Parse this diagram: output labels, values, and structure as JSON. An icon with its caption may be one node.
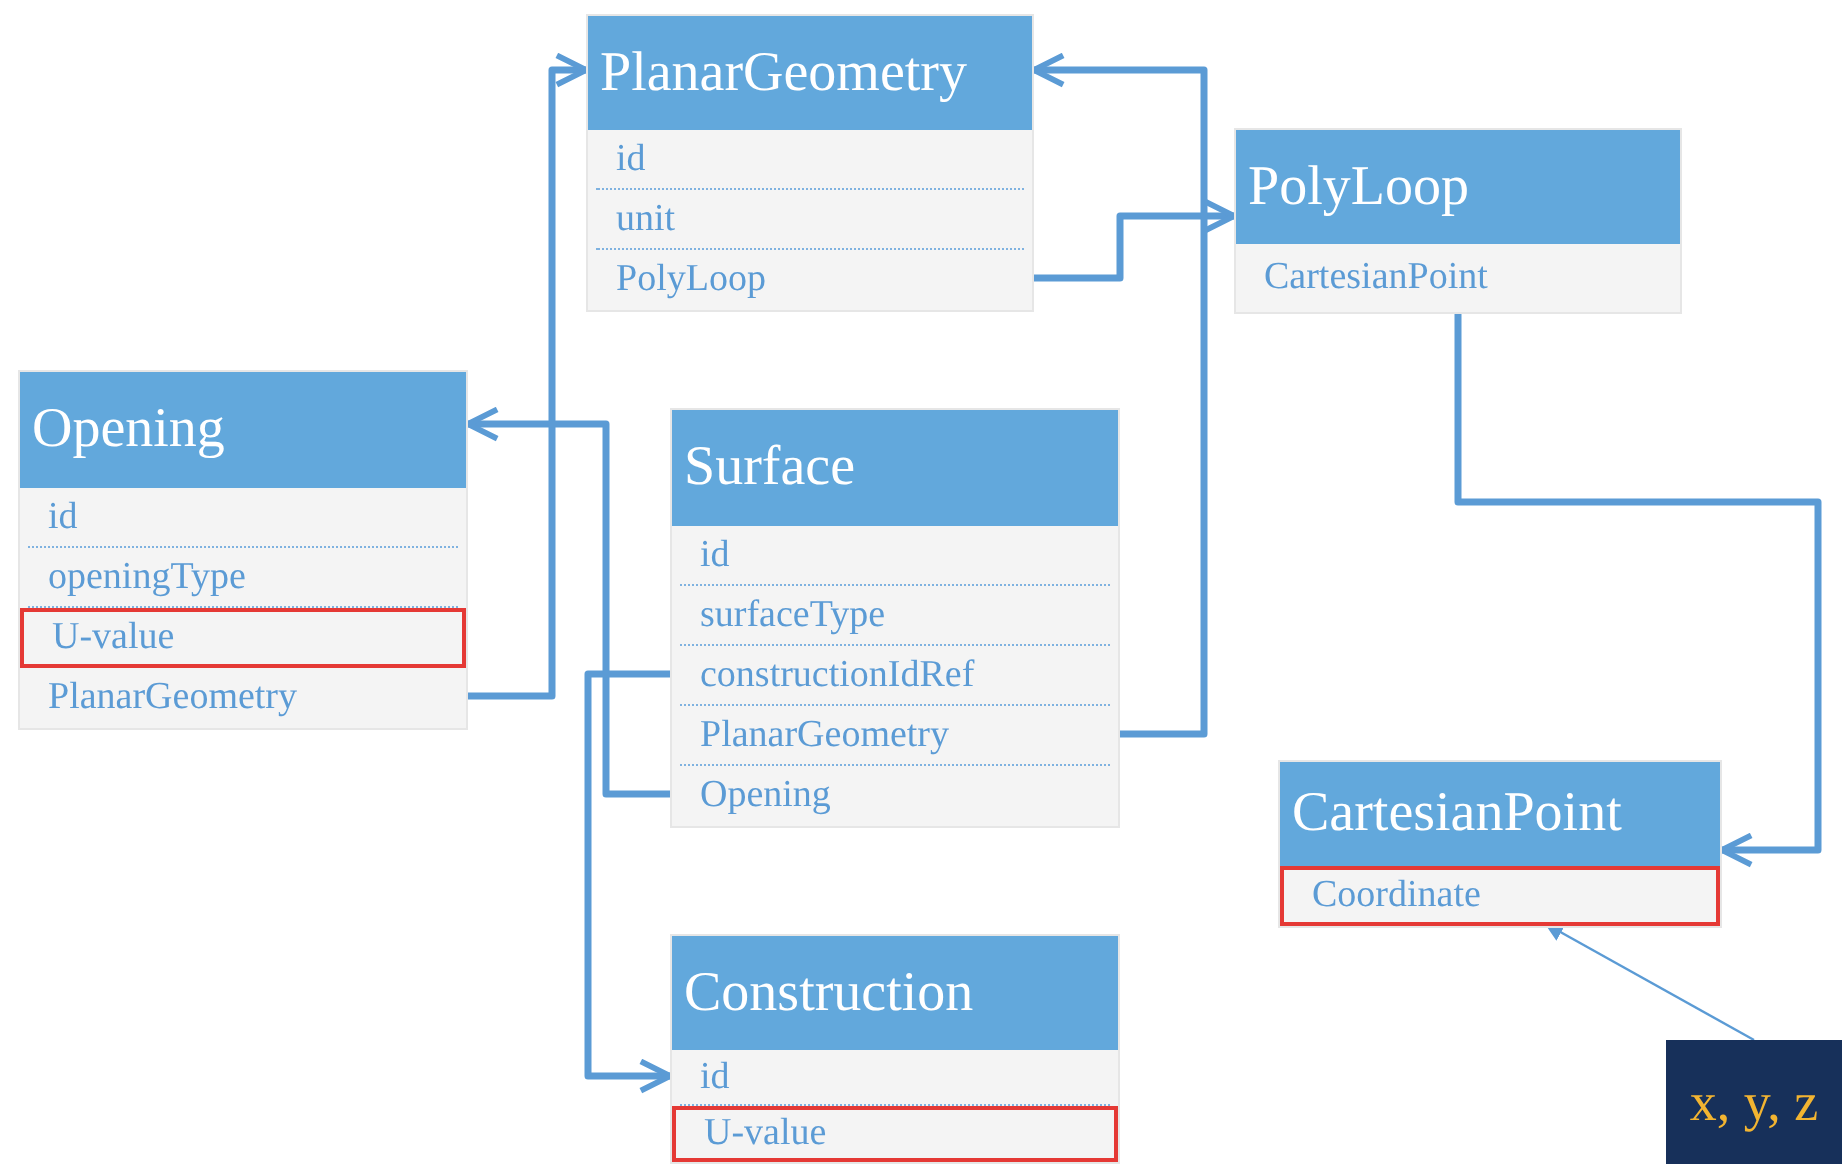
{
  "diagram": {
    "nodes": [
      {
        "text": [
          "PlanarGeometry"
        ]
      },
      {
        "text": [
          "id"
        ],
        "in": 0
      },
      {
        "text": [
          "unit"
        ],
        "in": 0
      },
      {
        "text": [
          "PolyLoop"
        ],
        "in": 0
      },
      {
        "text": [
          "PolyLoop"
        ]
      },
      {
        "text": [
          "CartesianPoint"
        ],
        "in": 4
      },
      {
        "text": [
          "Opening"
        ]
      },
      {
        "text": [
          "id"
        ],
        "in": 6
      },
      {
        "text": [
          "openingType"
        ],
        "in": 6
      },
      {
        "text": [
          "U-value"
        ],
        "in": 6
      },
      {
        "text": [
          "PlanarGeometry"
        ],
        "in": 6
      },
      {
        "text": [
          "Surface"
        ]
      },
      {
        "text": [
          "id"
        ],
        "in": 11
      },
      {
        "text": [
          "surfaceType"
        ],
        "in": 11
      },
      {
        "text": [
          "constructionIdRef"
        ],
        "in": 11
      },
      {
        "text": [
          "PlanarGeometry"
        ],
        "in": 11
      },
      {
        "text": [
          "Opening"
        ],
        "in": 11
      },
      {
        "text": [
          "CartesianPoint"
        ]
      },
      {
        "text": [
          "Coordinate"
        ],
        "in": 17
      },
      {
        "text": [
          "Construction"
        ]
      },
      {
        "text": [
          "id"
        ],
        "in": 19
      },
      {
        "text": [
          "U-value"
        ],
        "in": 19
      },
      {
        "text": [
          "x, y, z"
        ]
      }
    ],
    "edges": [
      {
        "from": 10,
        "to": 0,
        "arrow": "to"
      },
      {
        "from": 3,
        "to": 4,
        "arrow": "to"
      },
      {
        "from": 15,
        "to": 0,
        "arrow": "to"
      },
      {
        "from": 16,
        "to": 6,
        "arrow": "to"
      },
      {
        "from": 14,
        "to": 20,
        "arrow": "to"
      },
      {
        "from": 5,
        "to": 17,
        "arrow": "to"
      },
      {
        "from": 22,
        "to": 18,
        "arrow": "to"
      }
    ]
  }
}
